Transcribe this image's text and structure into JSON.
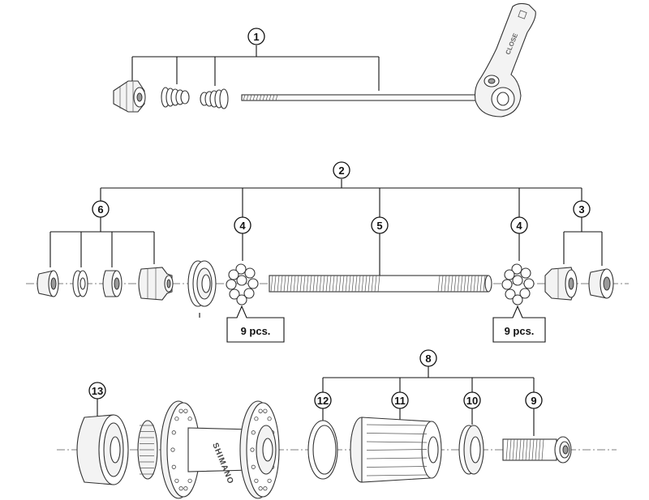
{
  "callouts": {
    "c1": "1",
    "c2": "2",
    "c3": "3",
    "c4a": "4",
    "c4b": "4",
    "c5": "5",
    "c6": "6",
    "c8": "8",
    "c9": "9",
    "c10": "10",
    "c11": "11",
    "c12": "12",
    "c13": "13"
  },
  "labels": {
    "pcs_left": "9 pcs.",
    "pcs_right": "9 pcs."
  },
  "markings": {
    "lever_text": "CLOSE",
    "hub_brand": "SHIMANO"
  },
  "colors": {
    "line": "#111111",
    "part_fill": "#f3f3f3",
    "shade": "#9a9a9a"
  }
}
